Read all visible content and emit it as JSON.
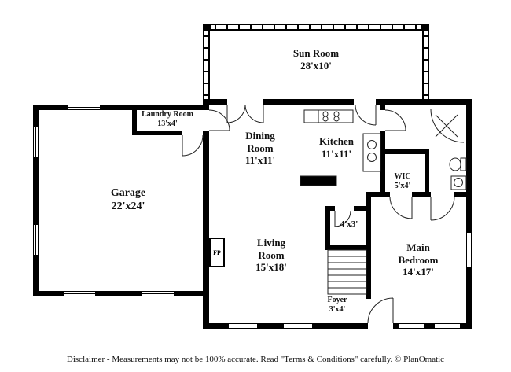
{
  "rooms": {
    "sun_room": {
      "name": "Sun Room",
      "dims": "28'x10'"
    },
    "laundry": {
      "name": "Laundry Room",
      "dims": "13'x4'"
    },
    "dining": {
      "name": "Dining Room",
      "dims": "11'x11'"
    },
    "kitchen": {
      "name": "Kitchen",
      "dims": "11'x11'"
    },
    "garage": {
      "name": "Garage",
      "dims": "22'x24'"
    },
    "wic": {
      "name": "WIC",
      "dims": "5'x4'"
    },
    "living": {
      "name": "Living Room",
      "dims": "15'x18'"
    },
    "main_bedroom": {
      "name": "Main Bedroom",
      "dims": "14'x17'"
    },
    "closet": {
      "dims": "4'x3'"
    },
    "foyer": {
      "name": "Foyer",
      "dims": "3'x4'"
    }
  },
  "fixtures": {
    "fireplace": "FP"
  },
  "footer": {
    "disclaimer": "Disclaimer - Measurements may not be 100% accurate. Read \"Terms & Conditions\" carefully. © PlanOmatic"
  },
  "colors": {
    "wall": "#000000",
    "background": "#ffffff"
  }
}
